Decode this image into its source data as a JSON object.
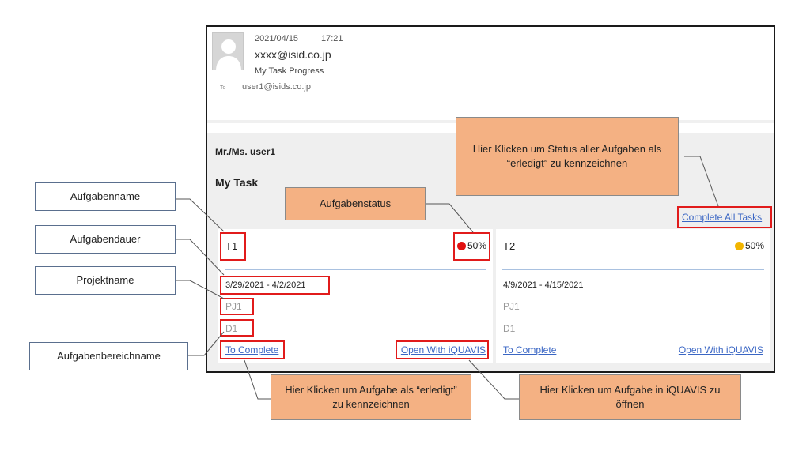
{
  "email": {
    "date": "2021/04/15",
    "time": "17:21",
    "sender": "xxxx@isid.co.jp",
    "subject": "My Task Progress",
    "to_label": "To",
    "recipient": "user1@isids.co.jp"
  },
  "body": {
    "greeting": "Mr./Ms. user1",
    "heading": "My Task",
    "complete_all_label": "Complete All Tasks"
  },
  "tasks": [
    {
      "name": "T1",
      "status_text": "50%",
      "status_color": "#e01010",
      "dates": "3/29/2021 - 4/2/2021",
      "project": "PJ1",
      "area": "D1",
      "complete_label": "To Complete",
      "open_label": "Open With iQUAVIS"
    },
    {
      "name": "T2",
      "status_text": "50%",
      "status_color": "#f2b500",
      "dates": "4/9/2021 - 4/15/2021",
      "project": "PJ1",
      "area": "D1",
      "complete_label": "To Complete",
      "open_label": "Open With iQUAVIS"
    }
  ],
  "annotations": {
    "task_name": "Aufgabenname",
    "task_duration": "Aufgabendauer",
    "project_name": "Projektname",
    "task_area_name": "Aufgabenbereichname",
    "task_status": "Aufgabenstatus",
    "complete_all_hint": "Hier Klicken um Status aller Aufgaben als “erledigt” zu kennzeichnen",
    "complete_task_hint": "Hier Klicken um Aufgabe als “erledigt” zu kennzeichnen",
    "open_iquavis_hint": "Hier Klicken um Aufgabe in iQUAVIS zu öffnen"
  },
  "colors": {
    "highlight": "#e11b1b",
    "callout_orange": "#f4b183",
    "link": "#3a66c4"
  }
}
